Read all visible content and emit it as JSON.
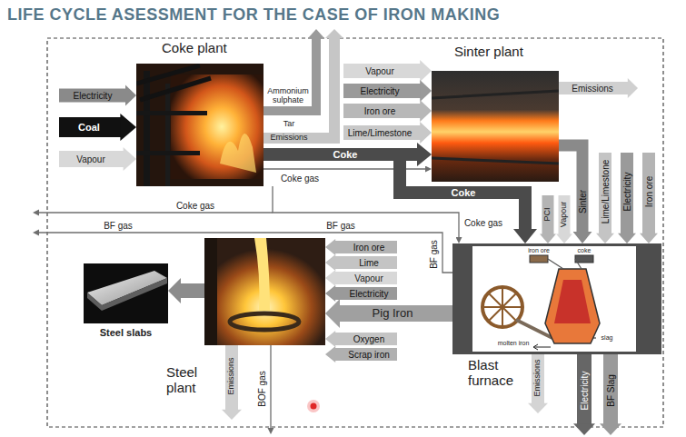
{
  "diagram": {
    "title": "LIFE CYCLE ASESSMENT FOR THE CASE OF IRON MAKING",
    "nodes": [
      {
        "text": [
          "Coke plant"
        ]
      },
      {
        "text": [
          "Sinter plant"
        ]
      },
      {
        "text": [
          "Blast furnace"
        ]
      },
      {
        "text": [
          "Steel plant"
        ]
      },
      {
        "text": [
          "Steel slabs"
        ]
      }
    ],
    "edges": [
      {
        "from": 0,
        "to": 1,
        "label": "Coke",
        "arrow": "to"
      },
      {
        "from": 0,
        "to": 1,
        "label": "Coke gas",
        "arrow": "to"
      },
      {
        "from": 0,
        "to": 2,
        "label": "Coke",
        "arrow": "to"
      },
      {
        "from": 0,
        "to": 2,
        "label": "Coke gas",
        "arrow": "to"
      },
      {
        "from": 1,
        "to": 2,
        "label": "Sinter",
        "arrow": "to"
      },
      {
        "from": 2,
        "to": 3,
        "label": "Pig Iron",
        "arrow": "to"
      },
      {
        "from": 3,
        "to": 4,
        "arrow": "to"
      }
    ],
    "labels": [
      "Electricity",
      "Coal",
      "Vapour",
      "Ammonium sulphate",
      "Tar",
      "Emissions",
      "Vapour",
      "Electricity",
      "Iron ore",
      "Lime/Limestone",
      "Emissions",
      "PCI",
      "Vapour",
      "Lime/Limestone",
      "Electricity",
      "Iron ore",
      "Coke gas",
      "BF gas",
      "BF gas",
      "BF gas",
      "Iron ore",
      "Lime",
      "Vapour",
      "Electricity",
      "Oxygen",
      "Scrap iron",
      "Emissions",
      "BOF gas",
      "Emissions",
      "Electricity",
      "BF Slag",
      "iron ore",
      "coke",
      "molten iron",
      "slag"
    ]
  }
}
